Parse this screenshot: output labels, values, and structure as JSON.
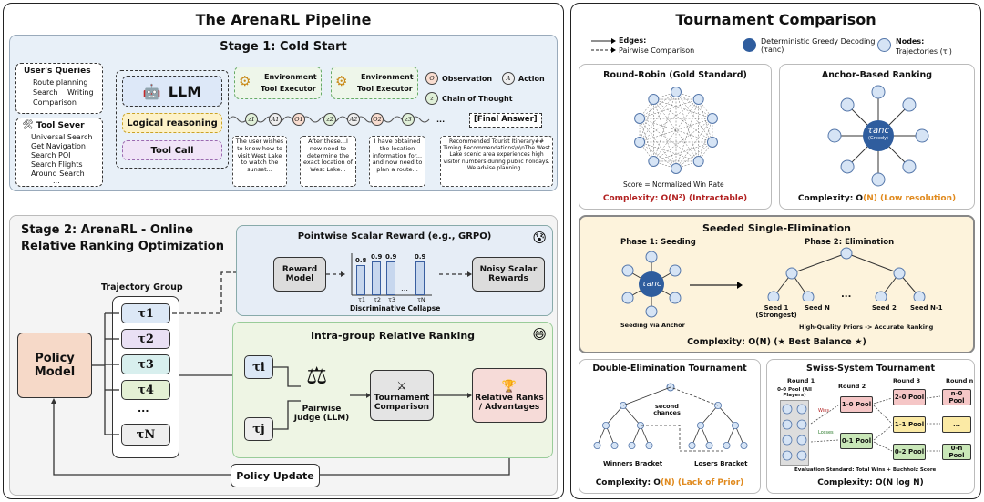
{
  "left": {
    "title": "The ArenaRL Pipeline",
    "stage1": {
      "title": "Stage 1: Cold Start",
      "queries_title": "User's Queries",
      "queries": [
        "Route planning",
        "Search",
        "Writing",
        "Comparison"
      ],
      "tool_title": "Tool Sever",
      "tools": [
        "Universal Search",
        "Get Navigation",
        "Search POI",
        "Search Flights",
        "Around Search",
        "..."
      ],
      "llm": "LLM",
      "reasoning": "Logical reasoning",
      "toolcall": "Tool Call",
      "env1": "Environment",
      "exec1": "Tool Executor",
      "env2": "Environment",
      "exec2": "Tool Executor",
      "legend": [
        "Observation",
        "Action",
        "Chain of Thought"
      ],
      "chain": [
        "z1",
        "A1",
        "O1",
        "z2",
        "A2",
        "O2",
        "z3",
        "..."
      ],
      "final": "[Final Answer]",
      "notes": [
        "The user wishes to know how to visit West Lake to watch the sunset...",
        "After these...I now need to determine the exact location of West Lake...",
        "I have obtained the location information for... and now need to plan a route...",
        "Recommended Tourist Itinerary## Timing Recommendations\\n\\nThe West Lake scenic area experiences high visitor numbers during public holidays. We advise planning..."
      ]
    },
    "stage2": {
      "title_l1": "Stage 2: ArenaRL - Online",
      "title_l2": "Relative Ranking Optimization",
      "policy": "Policy Model",
      "group": "Trajectory Group",
      "taus": [
        "τ1",
        "τ2",
        "τ3",
        "τ4",
        "...",
        "τN"
      ],
      "pointwise_title": "Pointwise Scalar Reward (e.g., GRPO)",
      "reward_model": "Reward Model",
      "bar_values": [
        "0.8",
        "0.9",
        "0.9",
        "0.9"
      ],
      "bar_labels": [
        "τ1",
        "τ2",
        "τ3",
        "τN"
      ],
      "collapse": "Discriminative Collapse",
      "noisy": "Noisy Scalar Rewards",
      "intra_title": "Intra-group Relative Ranking",
      "ti": "τi",
      "tj": "τj",
      "judge": "Pairwise Judge (LLM)",
      "tournament": "Tournament Comparison",
      "ranks": "Relative Ranks / Advantages",
      "update": "Policy Update"
    }
  },
  "right": {
    "title": "Tournament Comparison",
    "legend": {
      "edges": "Edges:",
      "pairwise": "Pairwise Comparison",
      "greedy": "Deterministic Greedy Decoding (τanc)",
      "nodes": "Nodes:",
      "traj": "Trajectories (τi)"
    },
    "rr": {
      "title": "Round-Robin (Gold Standard)",
      "score": "Score = Normalized Win Rate",
      "comp": "Complexity: O(N²) (Intractable)"
    },
    "anchor": {
      "title": "Anchor-Based Ranking",
      "center": "τanc",
      "center2": "(Greedy)",
      "comp": "Complexity: O(N) (Low resolution)"
    },
    "seeded": {
      "title": "Seeded Single-Elimination",
      "phase1": "Phase 1: Seeding",
      "phase2": "Phase 2: Elimination",
      "center": "τanc",
      "seeding": "Seeding via Anchor",
      "seeds": [
        "Seed 1 (Strongest)",
        "Seed N",
        "...",
        "Seed 2",
        "Seed N-1"
      ],
      "priors": "High-Quality Priors -> Accurate Ranking",
      "comp": "Complexity: O(N) (★ Best Balance ★)"
    },
    "double": {
      "title": "Double-Elimination Tournament",
      "second": "second chances",
      "winners": "Winners Bracket",
      "losers": "Losers Bracket",
      "comp": "Complexity: O(N) (Lack of Prior)"
    },
    "swiss": {
      "title": "Swiss-System Tournament",
      "rounds": [
        "Round 1",
        "Round 2",
        "Round 3",
        "Round n"
      ],
      "pools": [
        "0-0 Pool (All Players)",
        "1-0 Pool",
        "0-1 Pool",
        "2-0 Pool",
        "1-1 Pool",
        "0-2 Pool",
        "n-0 Pool",
        "...",
        "0-n Pool"
      ],
      "wins": "Wins",
      "losses": "Losses",
      "standard": "Evaluation Standard: Total Wins + Buchholz Score",
      "comp": "Complexity: O(N log N)"
    }
  },
  "colors": {
    "stage1_bg": "#e8f0f8",
    "stage2_bg": "#f4f4f4",
    "pointwise_bg": "#e6edf6",
    "intra_bg": "#eef5e4",
    "seeded_bg": "#fdf3dc",
    "policy": "#f6d9c8",
    "node_blue": "#2f5d9e",
    "node_light": "#d6e4f5",
    "red": "#b22222",
    "orange": "#e08a1e"
  }
}
